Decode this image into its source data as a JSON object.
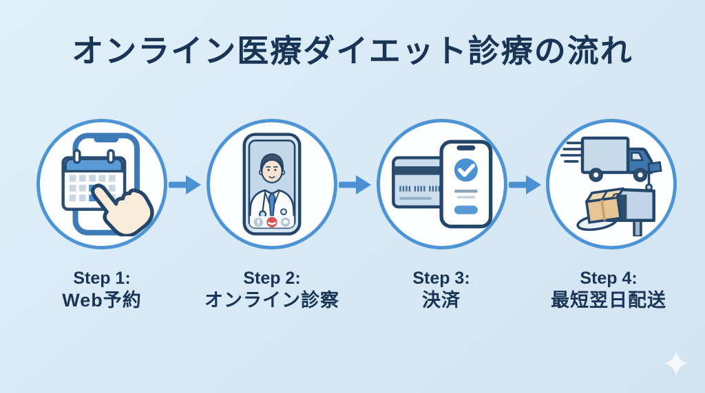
{
  "title": "オンライン医療ダイエット診療の流れ",
  "steps": [
    {
      "step_label": "Step 1:",
      "name": "Web予約",
      "icon": "phone-calendar-tap-icon"
    },
    {
      "step_label": "Step 2:",
      "name": "オンライン診察",
      "icon": "doctor-video-call-icon"
    },
    {
      "step_label": "Step 3:",
      "name": "決済",
      "icon": "credit-card-payment-icon"
    },
    {
      "step_label": "Step 4:",
      "name": "最短翌日配送",
      "icon": "delivery-truck-mailbox-icon"
    }
  ],
  "colors": {
    "background": "#D8EAF6",
    "title_text": "#1A3456",
    "circle_border": "#4C94D6",
    "circle_fill": "#FDFEFF",
    "arrow": "#4A90D2",
    "icon_outline": "#24466B",
    "accent_blue": "#4A90D2",
    "calendar_header_blue": "#5B9BD5",
    "call_end_red": "#D9534F",
    "hand_skin": "#F9ECD8",
    "cardboard_tan": "#E6C493",
    "truck_cab_blue": "#3E76AD"
  },
  "decorations": {
    "sparkle": "four-point-star"
  }
}
